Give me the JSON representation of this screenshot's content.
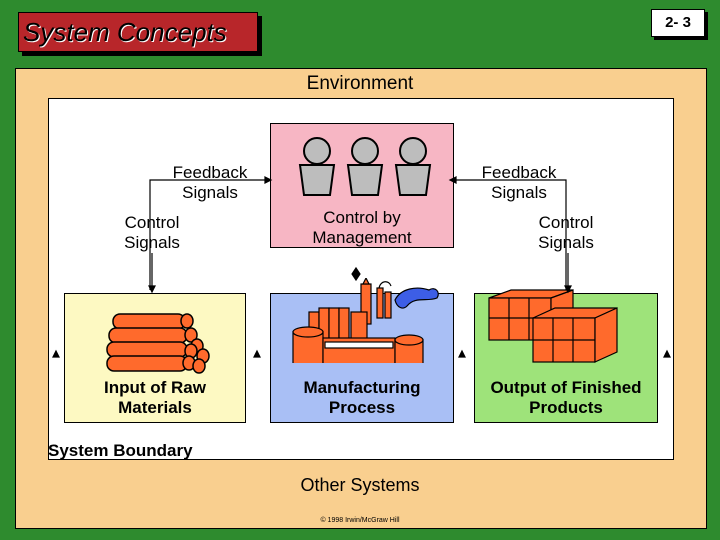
{
  "header": {
    "title": "System Concepts",
    "slide_number": "2- 3"
  },
  "diagram": {
    "environment_label": "Environment",
    "system_boundary_label": "System Boundary",
    "other_systems_label": "Other Systems",
    "feedback_left": "Feedback Signals",
    "feedback_right": "Feedback Signals",
    "control_left": "Control Signals",
    "control_right": "Control Signals",
    "control_by_management": "Control by Management",
    "input": "Input of Raw Materials",
    "process": "Manufacturing Process",
    "output": "Output of Finished Products",
    "copyright": "© 1998 Irwin/McGraw Hill"
  },
  "colors": {
    "background": "#2e8b2e",
    "environment": "#f9cf8f",
    "title_box": "#b8262a",
    "management_box": "#f7b6c4",
    "input_box": "#fdf9c2",
    "process_box": "#a9bff5",
    "output_box": "#9ee37a",
    "objects": "#ff6a2c"
  },
  "icons": [
    "people-icon",
    "logs-icon",
    "factory-icon",
    "crates-icon"
  ]
}
